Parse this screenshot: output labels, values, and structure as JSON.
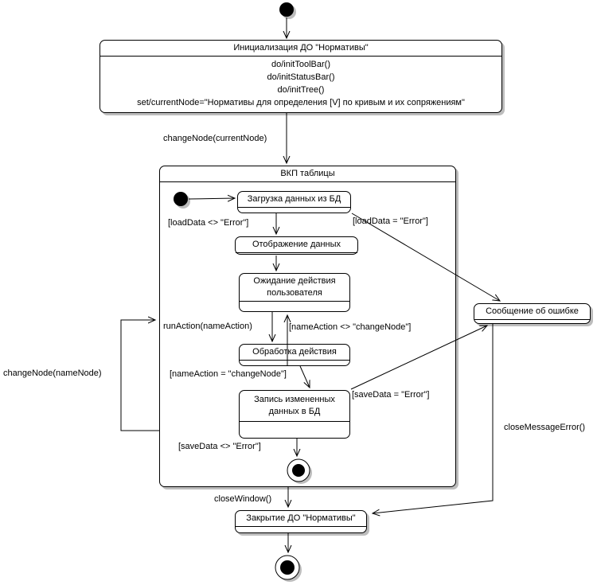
{
  "diagram_kind": "uml-state-machine",
  "colors": {
    "line": "#000000",
    "fill": "#ffffff",
    "drop_shadow": "#bdbdbd"
  },
  "states": {
    "init": {
      "title": "Инициализация ДО \"Нормативы\"",
      "actions": [
        "do/initToolBar()",
        "do/initStatusBar()",
        "do/initTree()",
        "set/currentNode=\"Нормативы для определения [V] по кривым и их сопряжениям\""
      ]
    },
    "composite": {
      "title": "ВКП таблицы"
    },
    "load_data": {
      "title": "Загрузка данных из БД"
    },
    "display_data": {
      "title": "Отображение данных"
    },
    "wait_user": {
      "title": "Ожидание действия пользователя"
    },
    "process_action": {
      "title": "Обработка действия"
    },
    "save_data": {
      "title": "Запись измененных данных в БД"
    },
    "error_message": {
      "title": "Сообщение об ошибке"
    },
    "close_do": {
      "title": "Закрытие ДО \"Нормативы\""
    }
  },
  "transitions": {
    "change_node_current": "changeNode(currentNode)",
    "load_ok": "[loadData <> \"Error\"]",
    "load_error": "[loadData = \"Error\"]",
    "run_action": "runAction(nameAction)",
    "action_not_change_node": "[nameAction <> \"changeNode\"]",
    "action_change_node": "[nameAction = \"changeNode\"]",
    "save_error": "[saveData = \"Error\"]",
    "save_ok": "[saveData <> \"Error\"]",
    "change_node_name": "changeNode(nameNode)",
    "close_window": "closeWindow()",
    "close_message_error": "closeMessageError()"
  }
}
